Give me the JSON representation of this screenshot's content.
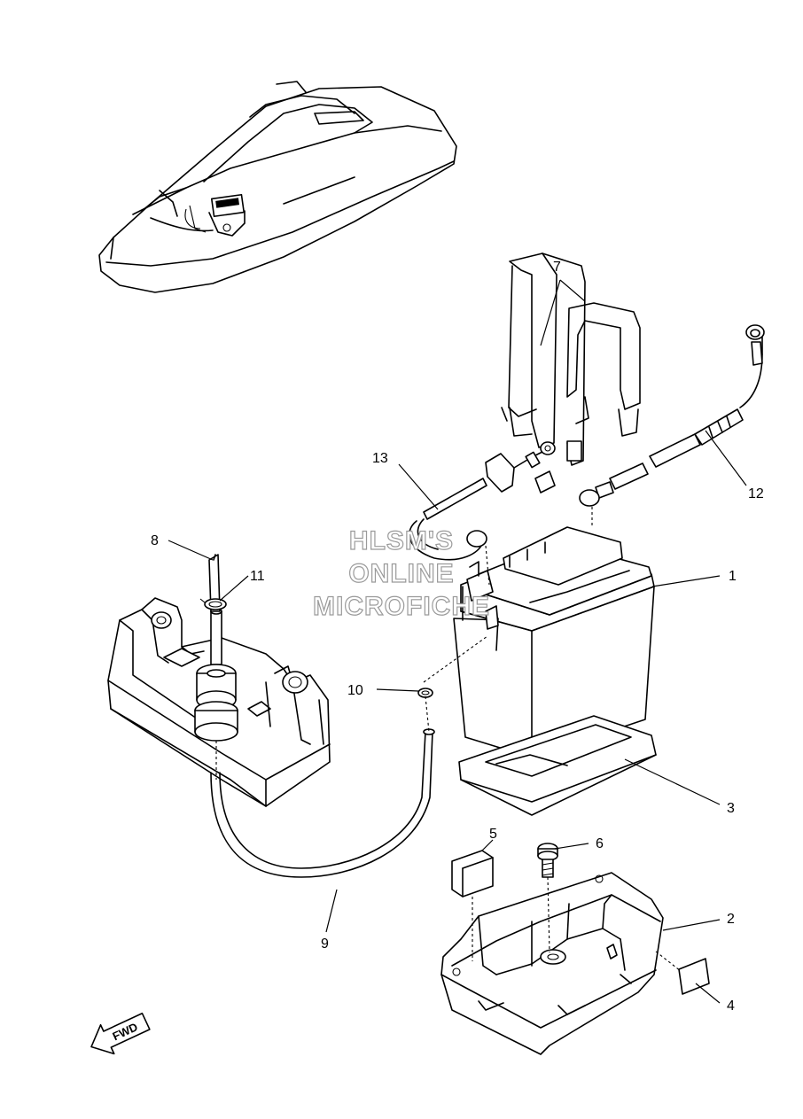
{
  "watermark": {
    "line1": "HLSM'S",
    "line2": "ONLINE",
    "line3": "MICROFICHE"
  },
  "direction_label": "FWD",
  "callouts": {
    "c1": "1",
    "c2": "2",
    "c3": "3",
    "c4": "4",
    "c5": "5",
    "c6": "6",
    "c7": "7",
    "c8": "8",
    "c9": "9",
    "c10": "10",
    "c11": "11",
    "c12": "12",
    "c13": "13"
  }
}
